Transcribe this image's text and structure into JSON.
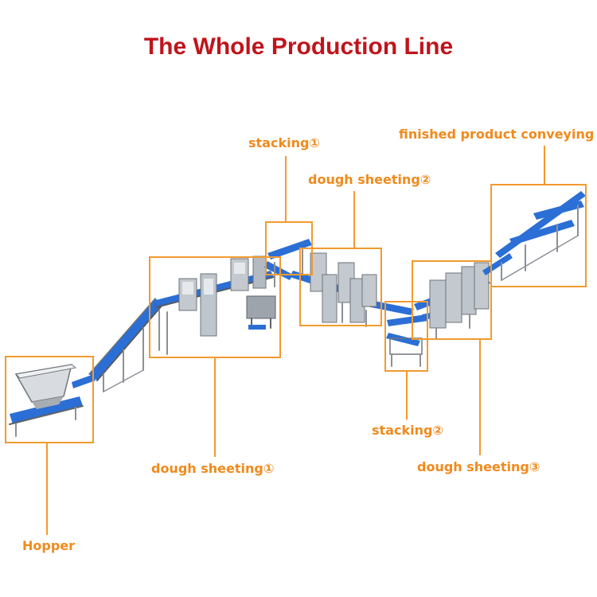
{
  "title": "The Whole Production Line",
  "labels": {
    "hopper": "Hopper",
    "dough_sheeting_1": "dough sheeting①",
    "stacking_1": "stacking①",
    "dough_sheeting_2": "dough sheeting②",
    "stacking_2": "stacking②",
    "dough_sheeting_3": "dough sheeting③",
    "finished": "finished product conveying"
  },
  "colors": {
    "title": "#c0141b",
    "label": "#f08a1c",
    "callout": "#f29a2e",
    "belt": "#2b6fd6",
    "frame": "#8c9096",
    "machine": "#b9bfc6"
  }
}
